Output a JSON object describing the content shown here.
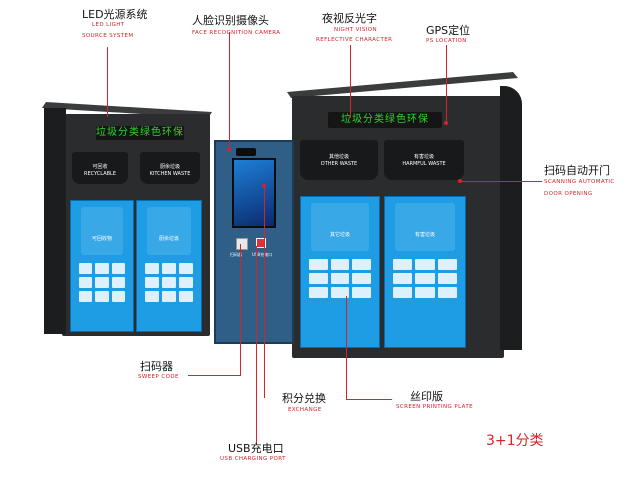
{
  "callouts": {
    "led": {
      "cn": "LED光源系统",
      "en_1": "LED LIGHT",
      "en_2": "SOURCE SYSTEM"
    },
    "face": {
      "cn": "人脸识别摄像头",
      "en": "FACE RECOGNITION CAMERA"
    },
    "night": {
      "cn": "夜视反光字",
      "en_1": "NIGHT VISION",
      "en_2": "REFLECTIVE CHARACTER"
    },
    "gps": {
      "cn": "GPS定位",
      "en": "PS LOCATION"
    },
    "scan_open": {
      "cn": "扫码自动开门",
      "en_1": "SCANNING AUTOMATIC",
      "en_2": "DOOR OPENING"
    },
    "sweep": {
      "cn": "扫码器",
      "en": "SWEEP CODE"
    },
    "exchange": {
      "cn": "积分兑换",
      "en": "EXCHANGE"
    },
    "screen_print": {
      "cn": "丝印版",
      "en": "SCREEN PRINTING PLATE"
    },
    "usb": {
      "cn": "USB充电口",
      "en": "USB CHARGING PORT"
    }
  },
  "config_label": "3+1分类",
  "led_banner": "垃圾分类绿色环保",
  "bins": {
    "recyclable": {
      "cn": "可回收",
      "en": "RECYCLABLE",
      "panel": "可回收物"
    },
    "kitchen": {
      "cn": "厨余垃圾",
      "en": "KITCHEN WASTE",
      "panel": "厨余垃圾"
    },
    "other": {
      "cn": "其他垃圾",
      "en": "OTHER WASTE",
      "panel": "其它垃圾"
    },
    "harmful": {
      "cn": "有害垃圾",
      "en": "HARMFUL WASTE",
      "panel": "有害垃圾"
    }
  },
  "kiosk": {
    "scan_label": "扫码器",
    "usb_label": "USB充电口"
  },
  "colors": {
    "panel_blue": "#1e9ce4",
    "cabinet": "#2a2c2e",
    "led_green": "#2bd62f",
    "callout_red": "#d4232a"
  }
}
